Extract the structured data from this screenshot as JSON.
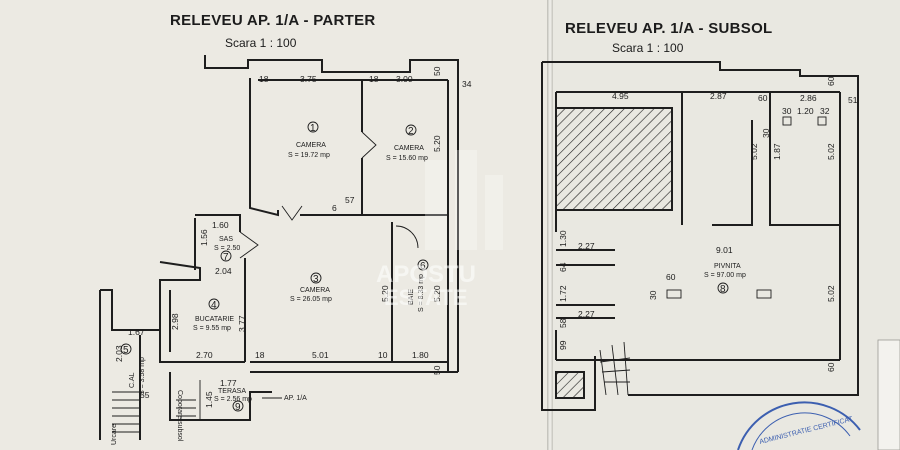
{
  "parter": {
    "title": "RELEVEU AP. 1/A - PARTER",
    "scale": "Scara 1 : 100",
    "dims": {
      "d18a": "18",
      "d375": "3.75",
      "d18b": "18",
      "d300": "3.00",
      "d50a": "50",
      "d34": "34",
      "d520a": "5.20",
      "d57": "57",
      "d6": "6",
      "d160": "1.60",
      "d156": "1.56",
      "d204": "2.04",
      "d298": "2.98",
      "d377": "3.77",
      "d520b": "5.20",
      "d520c": "5.20",
      "d270": "2.70",
      "d18c": "18",
      "d501": "5.01",
      "d10": "10",
      "d180": "1.80",
      "d50b": "50",
      "d167": "1.67",
      "d203": "2.03",
      "d55": "55",
      "d177": "1.77",
      "d145": "1.45"
    },
    "rooms": [
      {
        "num": "1",
        "name": "CAMERA",
        "area": "S = 19.72 mp"
      },
      {
        "num": "2",
        "name": "CAMERA",
        "area": "S = 15.60 mp"
      },
      {
        "num": "3",
        "name": "CAMERA",
        "area": "S = 26.05 mp"
      },
      {
        "num": "4",
        "name": "BUCATARIE",
        "area": "S = 9.55 mp"
      },
      {
        "num": "5",
        "name": "C.AL",
        "area": "S = 3.58 mp"
      },
      {
        "num": "6",
        "name": "BAIE",
        "area": "S = 8.33 mp"
      },
      {
        "num": "7",
        "name": "SAS",
        "area": "S = 2.50"
      },
      {
        "num": "9",
        "name": "TERASA",
        "area": "S = 2.56 mp"
      }
    ],
    "labels": {
      "ap": "AP. 1/A",
      "coborare": "Coborare subsol",
      "urcare": "Urcare"
    }
  },
  "subsol": {
    "title": "RELEVEU AP. 1/A - SUBSOL",
    "scale": "Scara 1 : 100",
    "dims": {
      "d495": "4.95",
      "d287": "2.87",
      "d60a": "60",
      "d286": "2.86",
      "d51": "51",
      "d60b": "60",
      "d30": "30",
      "d120": "1.20",
      "d32": "32",
      "d30b": "30",
      "d502a": "5.02",
      "d187": "1.87",
      "d502b": "5.02",
      "d227a": "2.27",
      "d901": "9.01",
      "d130": "1.30",
      "d64": "64",
      "d60c": "60",
      "d172": "1.72",
      "d58": "58",
      "d227b": "2.27",
      "d99": "99",
      "d502c": "5.02",
      "d30c": "30",
      "d60d": "60"
    },
    "rooms": [
      {
        "num": "8",
        "name": "PIVNITA",
        "area": "S = 97.00 mp"
      }
    ]
  },
  "watermark": {
    "line1": "APOSTU",
    "line2": "ESTATE"
  },
  "stamp": {
    "text": "ADMINISTRATIE CERTIFICAT"
  },
  "colors": {
    "paper": "#eceae3",
    "ink": "#1e1e1e"
  }
}
